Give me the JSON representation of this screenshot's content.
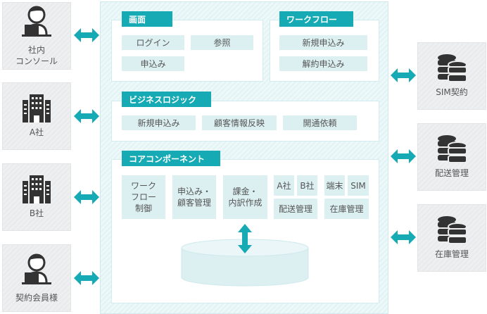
{
  "left": [
    {
      "label": "社内\nコンソール",
      "icon": "person-laptop-icon"
    },
    {
      "label": "A社",
      "icon": "building-icon"
    },
    {
      "label": "B社",
      "icon": "building-icon"
    },
    {
      "label": "契約会員様",
      "icon": "person-laptop-icon"
    }
  ],
  "right": [
    {
      "label": "SIM契約",
      "icon": "database-icon"
    },
    {
      "label": "配送管理",
      "icon": "database-icon"
    },
    {
      "label": "在庫管理",
      "icon": "database-icon"
    }
  ],
  "screen": {
    "title": "画面",
    "items": [
      "ログイン",
      "参照",
      "申込み"
    ]
  },
  "workflow": {
    "title": "ワークフロー",
    "items": [
      "新規申込み",
      "解約申込み"
    ]
  },
  "business": {
    "title": "ビジネスロジック",
    "items": [
      "新規申込み",
      "顧客情報反映",
      "開通依頼"
    ]
  },
  "core": {
    "title": "コアコンポーネント",
    "items": [
      "ワーク\nフロー\n制御",
      "申込み・\n顧客管理",
      "課金・\n内訳作成",
      "A社",
      "B社",
      "配送管理",
      "端末",
      "SIM",
      "在庫管理"
    ]
  },
  "colors": {
    "accent": "#16aab4",
    "item": "#dcf0f2"
  }
}
